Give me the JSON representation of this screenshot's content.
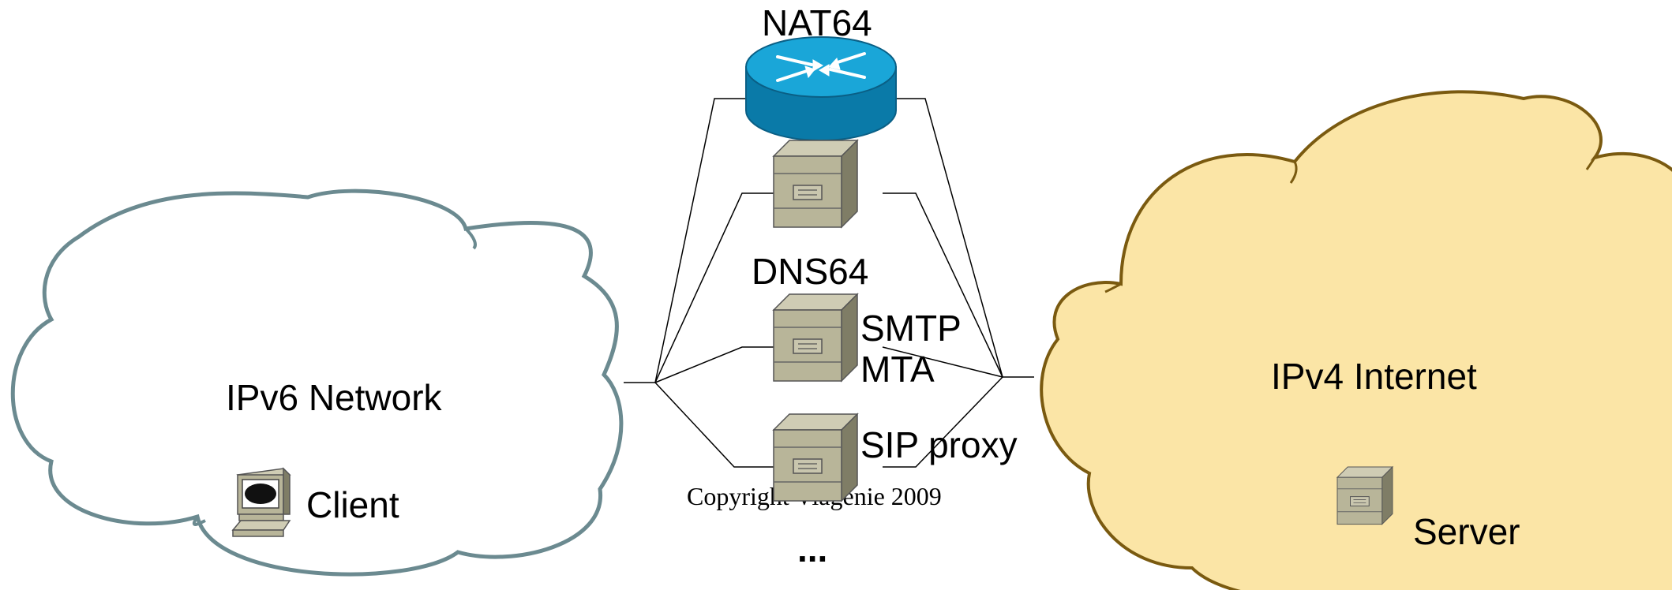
{
  "diagram": {
    "nat64_label": "NAT64",
    "dns64_label": "DNS64",
    "smtp_label_line1": "SMTP",
    "smtp_label_line2": "MTA",
    "sip_label": "SIP proxy",
    "ellipsis": "...",
    "copyright": "Copyright Viagénie 2009",
    "ipv6_cloud_label": "IPv6 Network",
    "ipv4_cloud_label": "IPv4 Internet",
    "client_label": "Client",
    "server_label": "Server"
  },
  "colors": {
    "ipv6_cloud_stroke": "#6b8a90",
    "ipv4_cloud_fill": "#fbe5a6",
    "ipv4_cloud_stroke": "#7a5a10",
    "router_fill": "#1aa6d8",
    "server_body": "#b8b599"
  },
  "icons": [
    "router-icon",
    "server-icon",
    "computer-icon"
  ]
}
